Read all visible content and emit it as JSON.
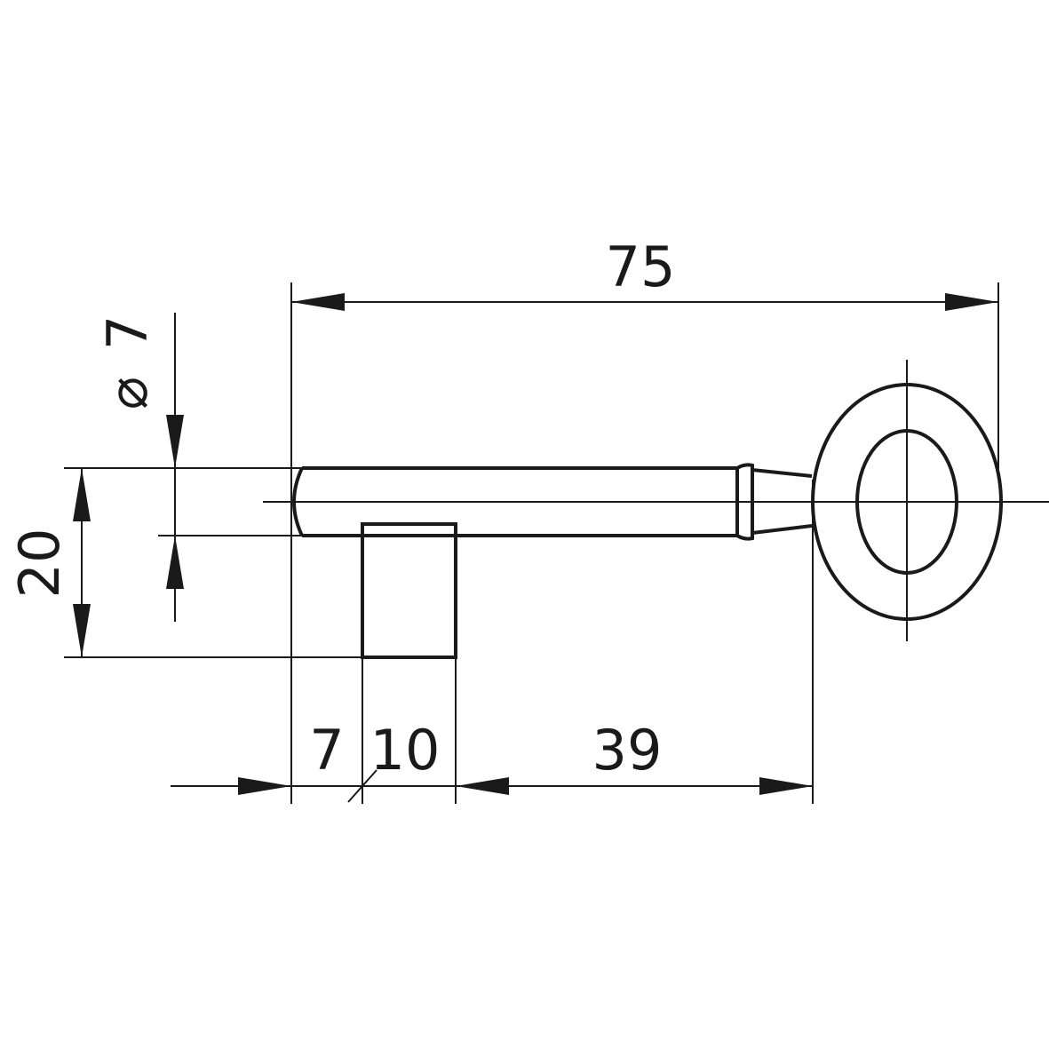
{
  "drawing": {
    "subject": "key",
    "dimensions": {
      "overall_length": "75",
      "diameter_symbol": "⌀",
      "diameter_value": "7",
      "bit_height": "20",
      "tip_to_bit": "7",
      "bit_width": "10",
      "bit_to_bow": "39"
    },
    "line_color": "#1a1a1a",
    "background": "#ffffff"
  }
}
